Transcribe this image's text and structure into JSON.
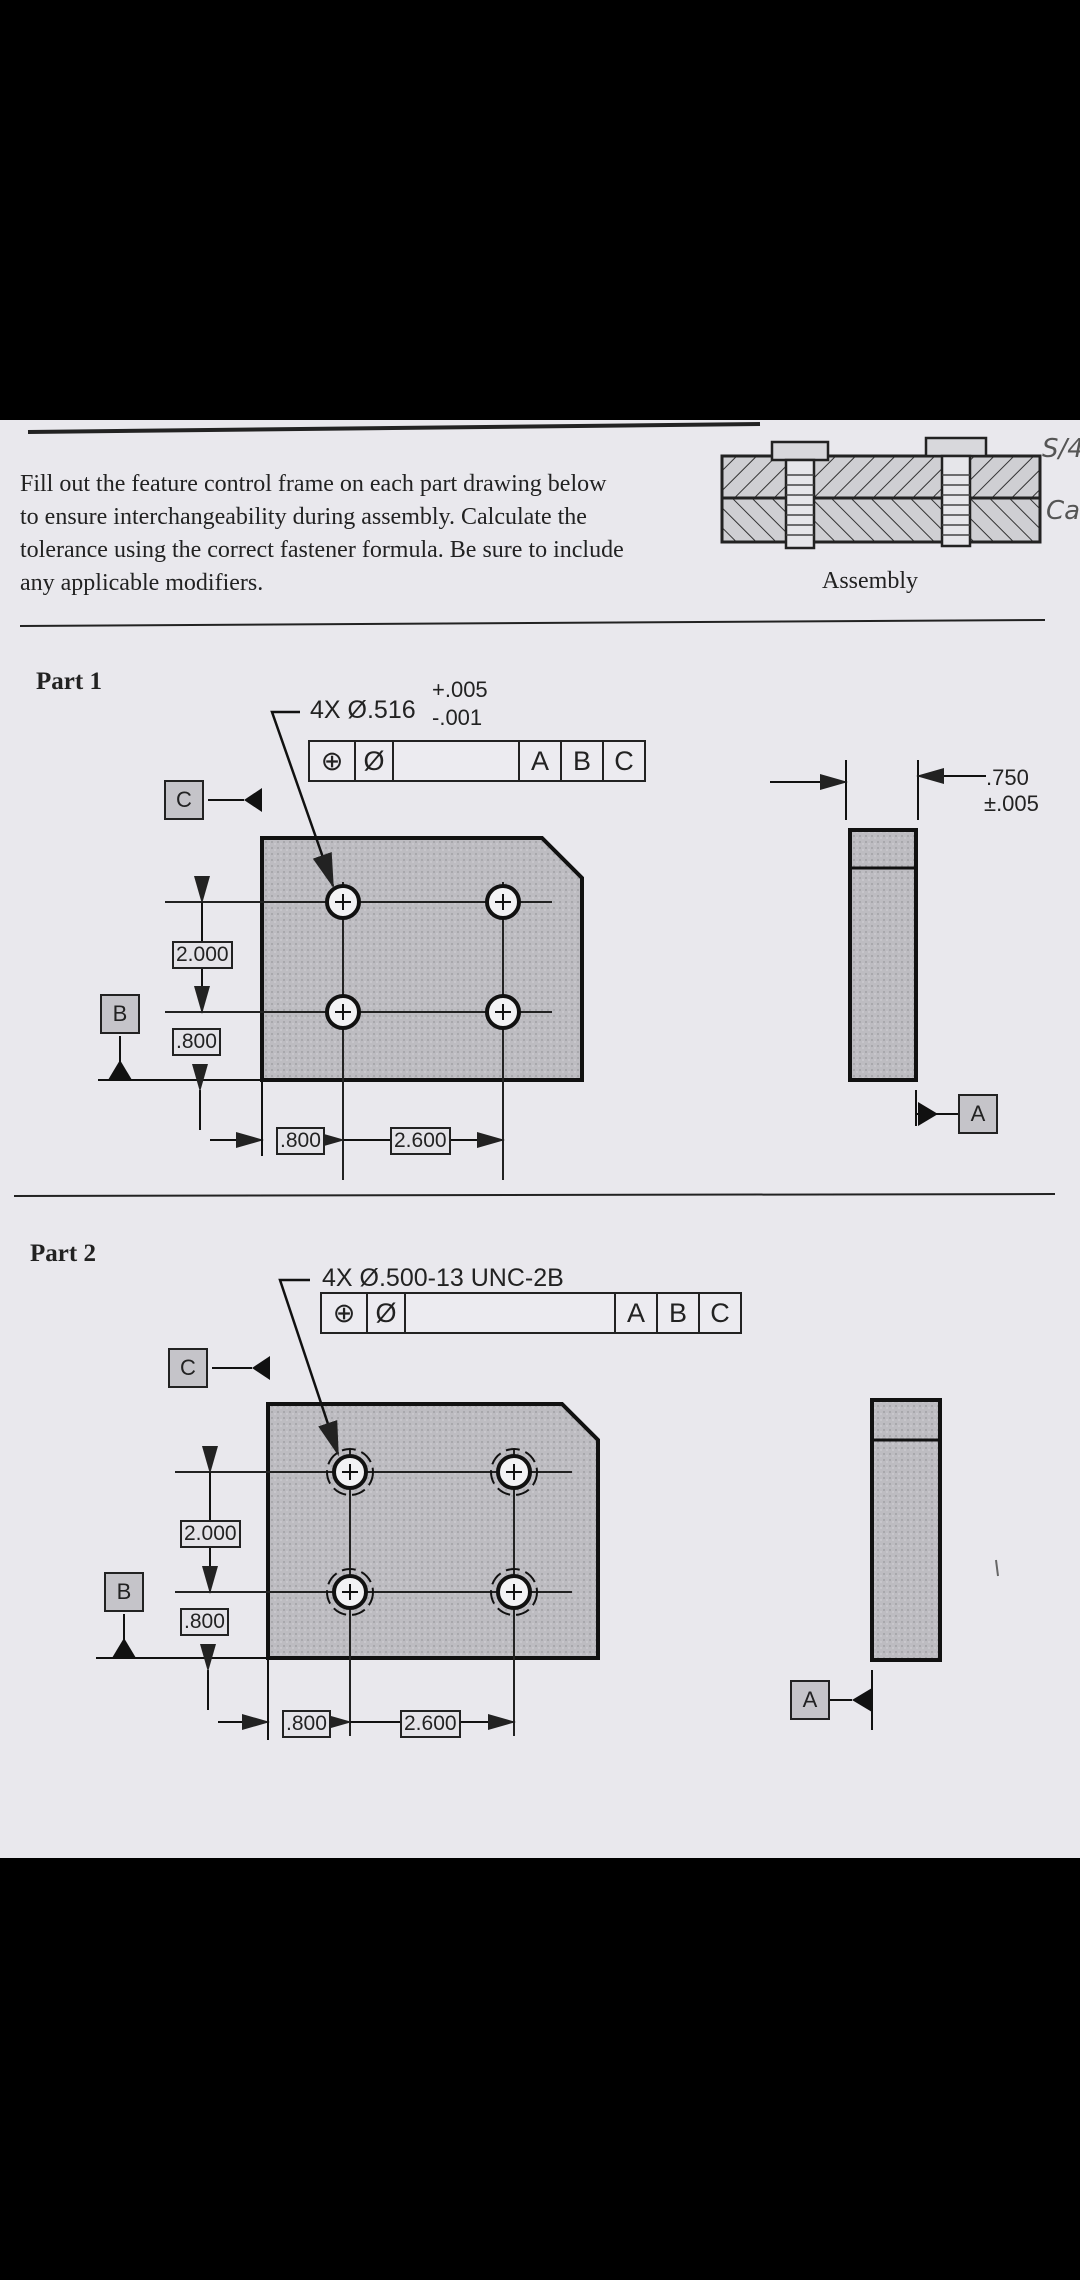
{
  "instructions": [
    "Fill out the feature control frame on each part drawing below",
    "to ensure interchangeability during assembly. Calculate the",
    "tolerance using the correct fastener formula. Be sure to include",
    "any applicable modifiers."
  ],
  "assembly_label": "Assembly",
  "handwriting": [
    "S/4",
    "Ca"
  ],
  "part1": {
    "title": "Part 1",
    "callout": "4X Ø.516",
    "tol_plus": "+.005",
    "tol_minus": "-.001",
    "fcf": {
      "position_symbol": "⊕",
      "diameter_symbol": "Ø",
      "datums": [
        "A",
        "B",
        "C"
      ]
    },
    "datum_c": "C",
    "datum_b": "B",
    "datum_a": "A",
    "dim_vertical_spacing": "2.000",
    "dim_vertical_offset": ".800",
    "dim_horizontal_offset": ".800",
    "dim_horizontal_spacing": "2.600",
    "thickness": ".750",
    "thickness_tol": "±.005"
  },
  "part2": {
    "title": "Part 2",
    "callout": "4X Ø.500-13 UNC-2B",
    "fcf": {
      "position_symbol": "⊕",
      "diameter_symbol": "Ø",
      "datums": [
        "A",
        "B",
        "C"
      ]
    },
    "datum_c": "C",
    "datum_b": "B",
    "datum_a": "A",
    "dim_vertical_spacing": "2.000",
    "dim_vertical_offset": ".800",
    "dim_horizontal_offset": ".800",
    "dim_horizontal_spacing": "2.600"
  }
}
